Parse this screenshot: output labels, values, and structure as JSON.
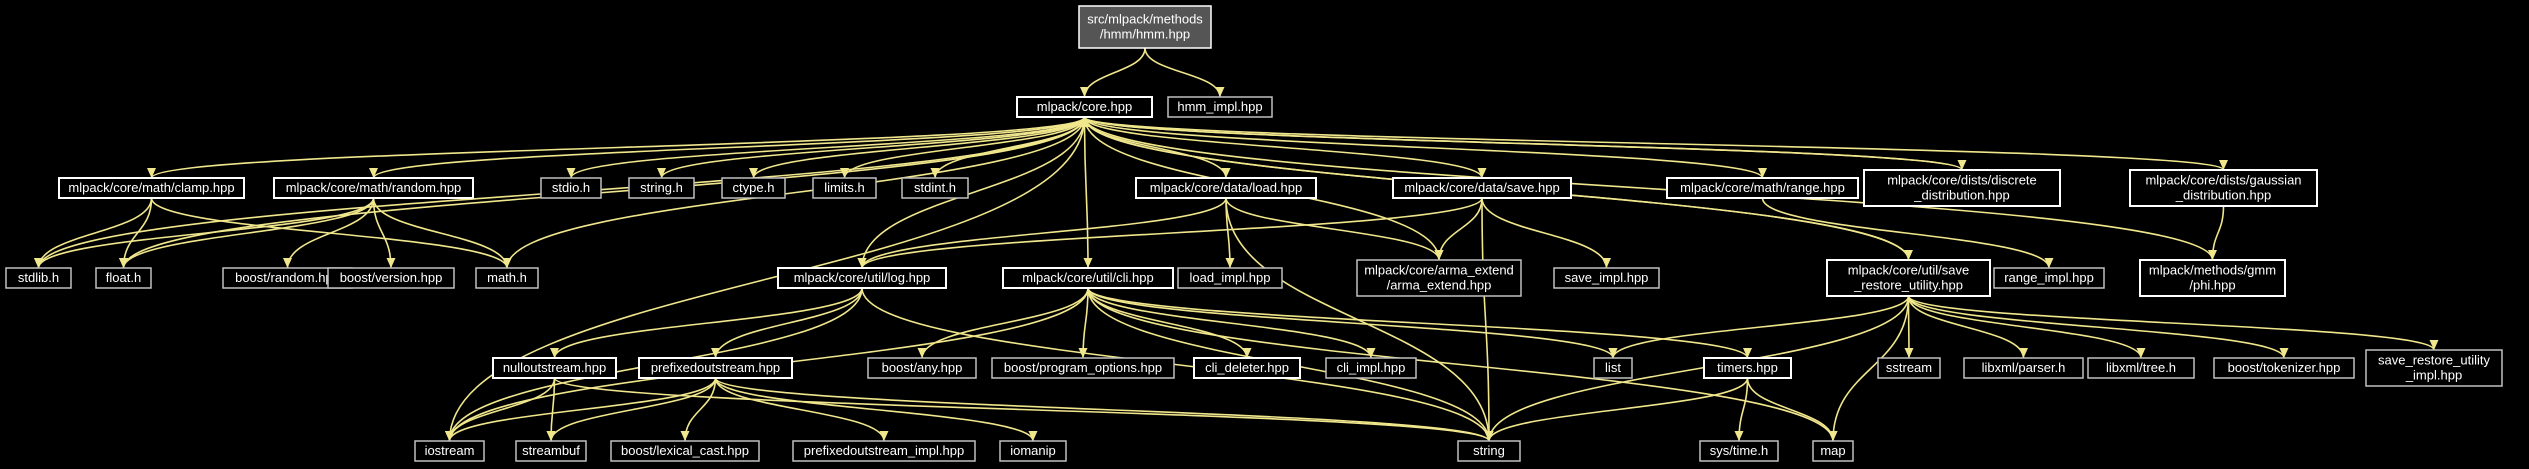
{
  "colors": {
    "background": "#000000",
    "edge": "#f0e68c",
    "node_text": "#ffffff",
    "node_border_documented": "#ffffff",
    "node_border_external": "#c0c0c0",
    "root_fill": "#555555"
  },
  "nodes": [
    {
      "id": "hmm",
      "lines": [
        "src/mlpack/methods",
        "/hmm/hmm.hpp"
      ],
      "style": "root"
    },
    {
      "id": "core",
      "lines": [
        "mlpack/core.hpp"
      ],
      "style": "documented"
    },
    {
      "id": "hmm_impl",
      "lines": [
        "hmm_impl.hpp"
      ],
      "style": "external"
    },
    {
      "id": "clamp",
      "lines": [
        "mlpack/core/math/clamp.hpp"
      ],
      "style": "documented"
    },
    {
      "id": "random",
      "lines": [
        "mlpack/core/math/random.hpp"
      ],
      "style": "documented"
    },
    {
      "id": "stdio",
      "lines": [
        "stdio.h"
      ],
      "style": "external"
    },
    {
      "id": "stringh",
      "lines": [
        "string.h"
      ],
      "style": "external"
    },
    {
      "id": "ctype",
      "lines": [
        "ctype.h"
      ],
      "style": "external"
    },
    {
      "id": "limits",
      "lines": [
        "limits.h"
      ],
      "style": "external"
    },
    {
      "id": "stdint",
      "lines": [
        "stdint.h"
      ],
      "style": "external"
    },
    {
      "id": "load",
      "lines": [
        "mlpack/core/data/load.hpp"
      ],
      "style": "documented"
    },
    {
      "id": "save",
      "lines": [
        "mlpack/core/data/save.hpp"
      ],
      "style": "documented"
    },
    {
      "id": "range",
      "lines": [
        "mlpack/core/math/range.hpp"
      ],
      "style": "documented"
    },
    {
      "id": "discrete",
      "lines": [
        "mlpack/core/dists/discrete",
        "_distribution.hpp"
      ],
      "style": "documented"
    },
    {
      "id": "gaussian",
      "lines": [
        "mlpack/core/dists/gaussian",
        "_distribution.hpp"
      ],
      "style": "documented"
    },
    {
      "id": "stdlib",
      "lines": [
        "stdlib.h"
      ],
      "style": "external"
    },
    {
      "id": "floath",
      "lines": [
        "float.h"
      ],
      "style": "external"
    },
    {
      "id": "boostrandom",
      "lines": [
        "boost/random.hpp"
      ],
      "style": "external"
    },
    {
      "id": "boostversion",
      "lines": [
        "boost/version.hpp"
      ],
      "style": "external"
    },
    {
      "id": "mathh",
      "lines": [
        "math.h"
      ],
      "style": "external"
    },
    {
      "id": "log",
      "lines": [
        "mlpack/core/util/log.hpp"
      ],
      "style": "documented"
    },
    {
      "id": "cli",
      "lines": [
        "mlpack/core/util/cli.hpp"
      ],
      "style": "documented"
    },
    {
      "id": "loadimpl",
      "lines": [
        "load_impl.hpp"
      ],
      "style": "external"
    },
    {
      "id": "armaext",
      "lines": [
        "mlpack/core/arma_extend",
        "/arma_extend.hpp"
      ],
      "style": "external"
    },
    {
      "id": "saveimpl",
      "lines": [
        "save_impl.hpp"
      ],
      "style": "external"
    },
    {
      "id": "sru",
      "lines": [
        "mlpack/core/util/save",
        "_restore_utility.hpp"
      ],
      "style": "documented"
    },
    {
      "id": "rangeimpl",
      "lines": [
        "range_impl.hpp"
      ],
      "style": "external"
    },
    {
      "id": "phi",
      "lines": [
        "mlpack/methods/gmm",
        "/phi.hpp"
      ],
      "style": "documented"
    },
    {
      "id": "nullout",
      "lines": [
        "nulloutstream.hpp"
      ],
      "style": "documented"
    },
    {
      "id": "prefixed",
      "lines": [
        "prefixedoutstream.hpp"
      ],
      "style": "documented"
    },
    {
      "id": "boostany",
      "lines": [
        "boost/any.hpp"
      ],
      "style": "external"
    },
    {
      "id": "boostpo",
      "lines": [
        "boost/program_options.hpp"
      ],
      "style": "external"
    },
    {
      "id": "clideleter",
      "lines": [
        "cli_deleter.hpp"
      ],
      "style": "documented"
    },
    {
      "id": "cliimpl",
      "lines": [
        "cli_impl.hpp"
      ],
      "style": "external"
    },
    {
      "id": "list",
      "lines": [
        "list"
      ],
      "style": "external"
    },
    {
      "id": "timers",
      "lines": [
        "timers.hpp"
      ],
      "style": "documented"
    },
    {
      "id": "sstream",
      "lines": [
        "sstream"
      ],
      "style": "external"
    },
    {
      "id": "libxmlparser",
      "lines": [
        "libxml/parser.h"
      ],
      "style": "external"
    },
    {
      "id": "libxmltree",
      "lines": [
        "libxml/tree.h"
      ],
      "style": "external"
    },
    {
      "id": "boosttok",
      "lines": [
        "boost/tokenizer.hpp"
      ],
      "style": "external"
    },
    {
      "id": "sruimpl",
      "lines": [
        "save_restore_utility",
        "_impl.hpp"
      ],
      "style": "external"
    },
    {
      "id": "iostream",
      "lines": [
        "iostream"
      ],
      "style": "external"
    },
    {
      "id": "streambuf",
      "lines": [
        "streambuf"
      ],
      "style": "external"
    },
    {
      "id": "lexcast",
      "lines": [
        "boost/lexical_cast.hpp"
      ],
      "style": "external"
    },
    {
      "id": "prefimpl",
      "lines": [
        "prefixedoutstream_impl.hpp"
      ],
      "style": "external"
    },
    {
      "id": "iomanip",
      "lines": [
        "iomanip"
      ],
      "style": "external"
    },
    {
      "id": "string",
      "lines": [
        "string"
      ],
      "style": "external"
    },
    {
      "id": "systime",
      "lines": [
        "sys/time.h"
      ],
      "style": "external"
    },
    {
      "id": "map",
      "lines": [
        "map"
      ],
      "style": "external"
    }
  ],
  "edges": [
    [
      "hmm",
      "core"
    ],
    [
      "hmm",
      "hmm_impl"
    ],
    [
      "core",
      "clamp"
    ],
    [
      "core",
      "random"
    ],
    [
      "core",
      "stdio"
    ],
    [
      "core",
      "stringh"
    ],
    [
      "core",
      "ctype"
    ],
    [
      "core",
      "limits"
    ],
    [
      "core",
      "stdint"
    ],
    [
      "core",
      "load"
    ],
    [
      "core",
      "save"
    ],
    [
      "core",
      "range"
    ],
    [
      "core",
      "discrete"
    ],
    [
      "core",
      "gaussian"
    ],
    [
      "core",
      "stdlib"
    ],
    [
      "core",
      "floath"
    ],
    [
      "core",
      "mathh"
    ],
    [
      "core",
      "log"
    ],
    [
      "core",
      "cli"
    ],
    [
      "core",
      "armaext"
    ],
    [
      "core",
      "sru"
    ],
    [
      "core",
      "iostream"
    ],
    [
      "clamp",
      "stdlib"
    ],
    [
      "clamp",
      "floath"
    ],
    [
      "clamp",
      "mathh"
    ],
    [
      "random",
      "stdlib"
    ],
    [
      "random",
      "floath"
    ],
    [
      "random",
      "boostrandom"
    ],
    [
      "random",
      "boostversion"
    ],
    [
      "random",
      "mathh"
    ],
    [
      "load",
      "log"
    ],
    [
      "load",
      "loadimpl"
    ],
    [
      "load",
      "armaext"
    ],
    [
      "load",
      "string"
    ],
    [
      "save",
      "log"
    ],
    [
      "save",
      "armaext"
    ],
    [
      "save",
      "saveimpl"
    ],
    [
      "save",
      "string"
    ],
    [
      "range",
      "rangeimpl"
    ],
    [
      "gaussian",
      "phi"
    ],
    [
      "phi",
      "core"
    ],
    [
      "discrete",
      "core"
    ],
    [
      "sru",
      "core"
    ],
    [
      "log",
      "nullout"
    ],
    [
      "log",
      "prefixed"
    ],
    [
      "log",
      "iostream"
    ],
    [
      "log",
      "string"
    ],
    [
      "cli",
      "boostany"
    ],
    [
      "cli",
      "boostpo"
    ],
    [
      "cli",
      "clideleter"
    ],
    [
      "cli",
      "cliimpl"
    ],
    [
      "cli",
      "list"
    ],
    [
      "cli",
      "timers"
    ],
    [
      "cli",
      "iostream"
    ],
    [
      "cli",
      "string"
    ],
    [
      "cli",
      "map"
    ],
    [
      "nullout",
      "iostream"
    ],
    [
      "nullout",
      "streambuf"
    ],
    [
      "nullout",
      "string"
    ],
    [
      "prefixed",
      "iostream"
    ],
    [
      "prefixed",
      "streambuf"
    ],
    [
      "prefixed",
      "lexcast"
    ],
    [
      "prefixed",
      "prefimpl"
    ],
    [
      "prefixed",
      "iomanip"
    ],
    [
      "prefixed",
      "string"
    ],
    [
      "timers",
      "string"
    ],
    [
      "timers",
      "systime"
    ],
    [
      "timers",
      "map"
    ],
    [
      "sru",
      "list"
    ],
    [
      "sru",
      "sstream"
    ],
    [
      "sru",
      "libxmlparser"
    ],
    [
      "sru",
      "libxmltree"
    ],
    [
      "sru",
      "boosttok"
    ],
    [
      "sru",
      "sruimpl"
    ],
    [
      "sru",
      "string"
    ],
    [
      "sru",
      "map"
    ]
  ]
}
